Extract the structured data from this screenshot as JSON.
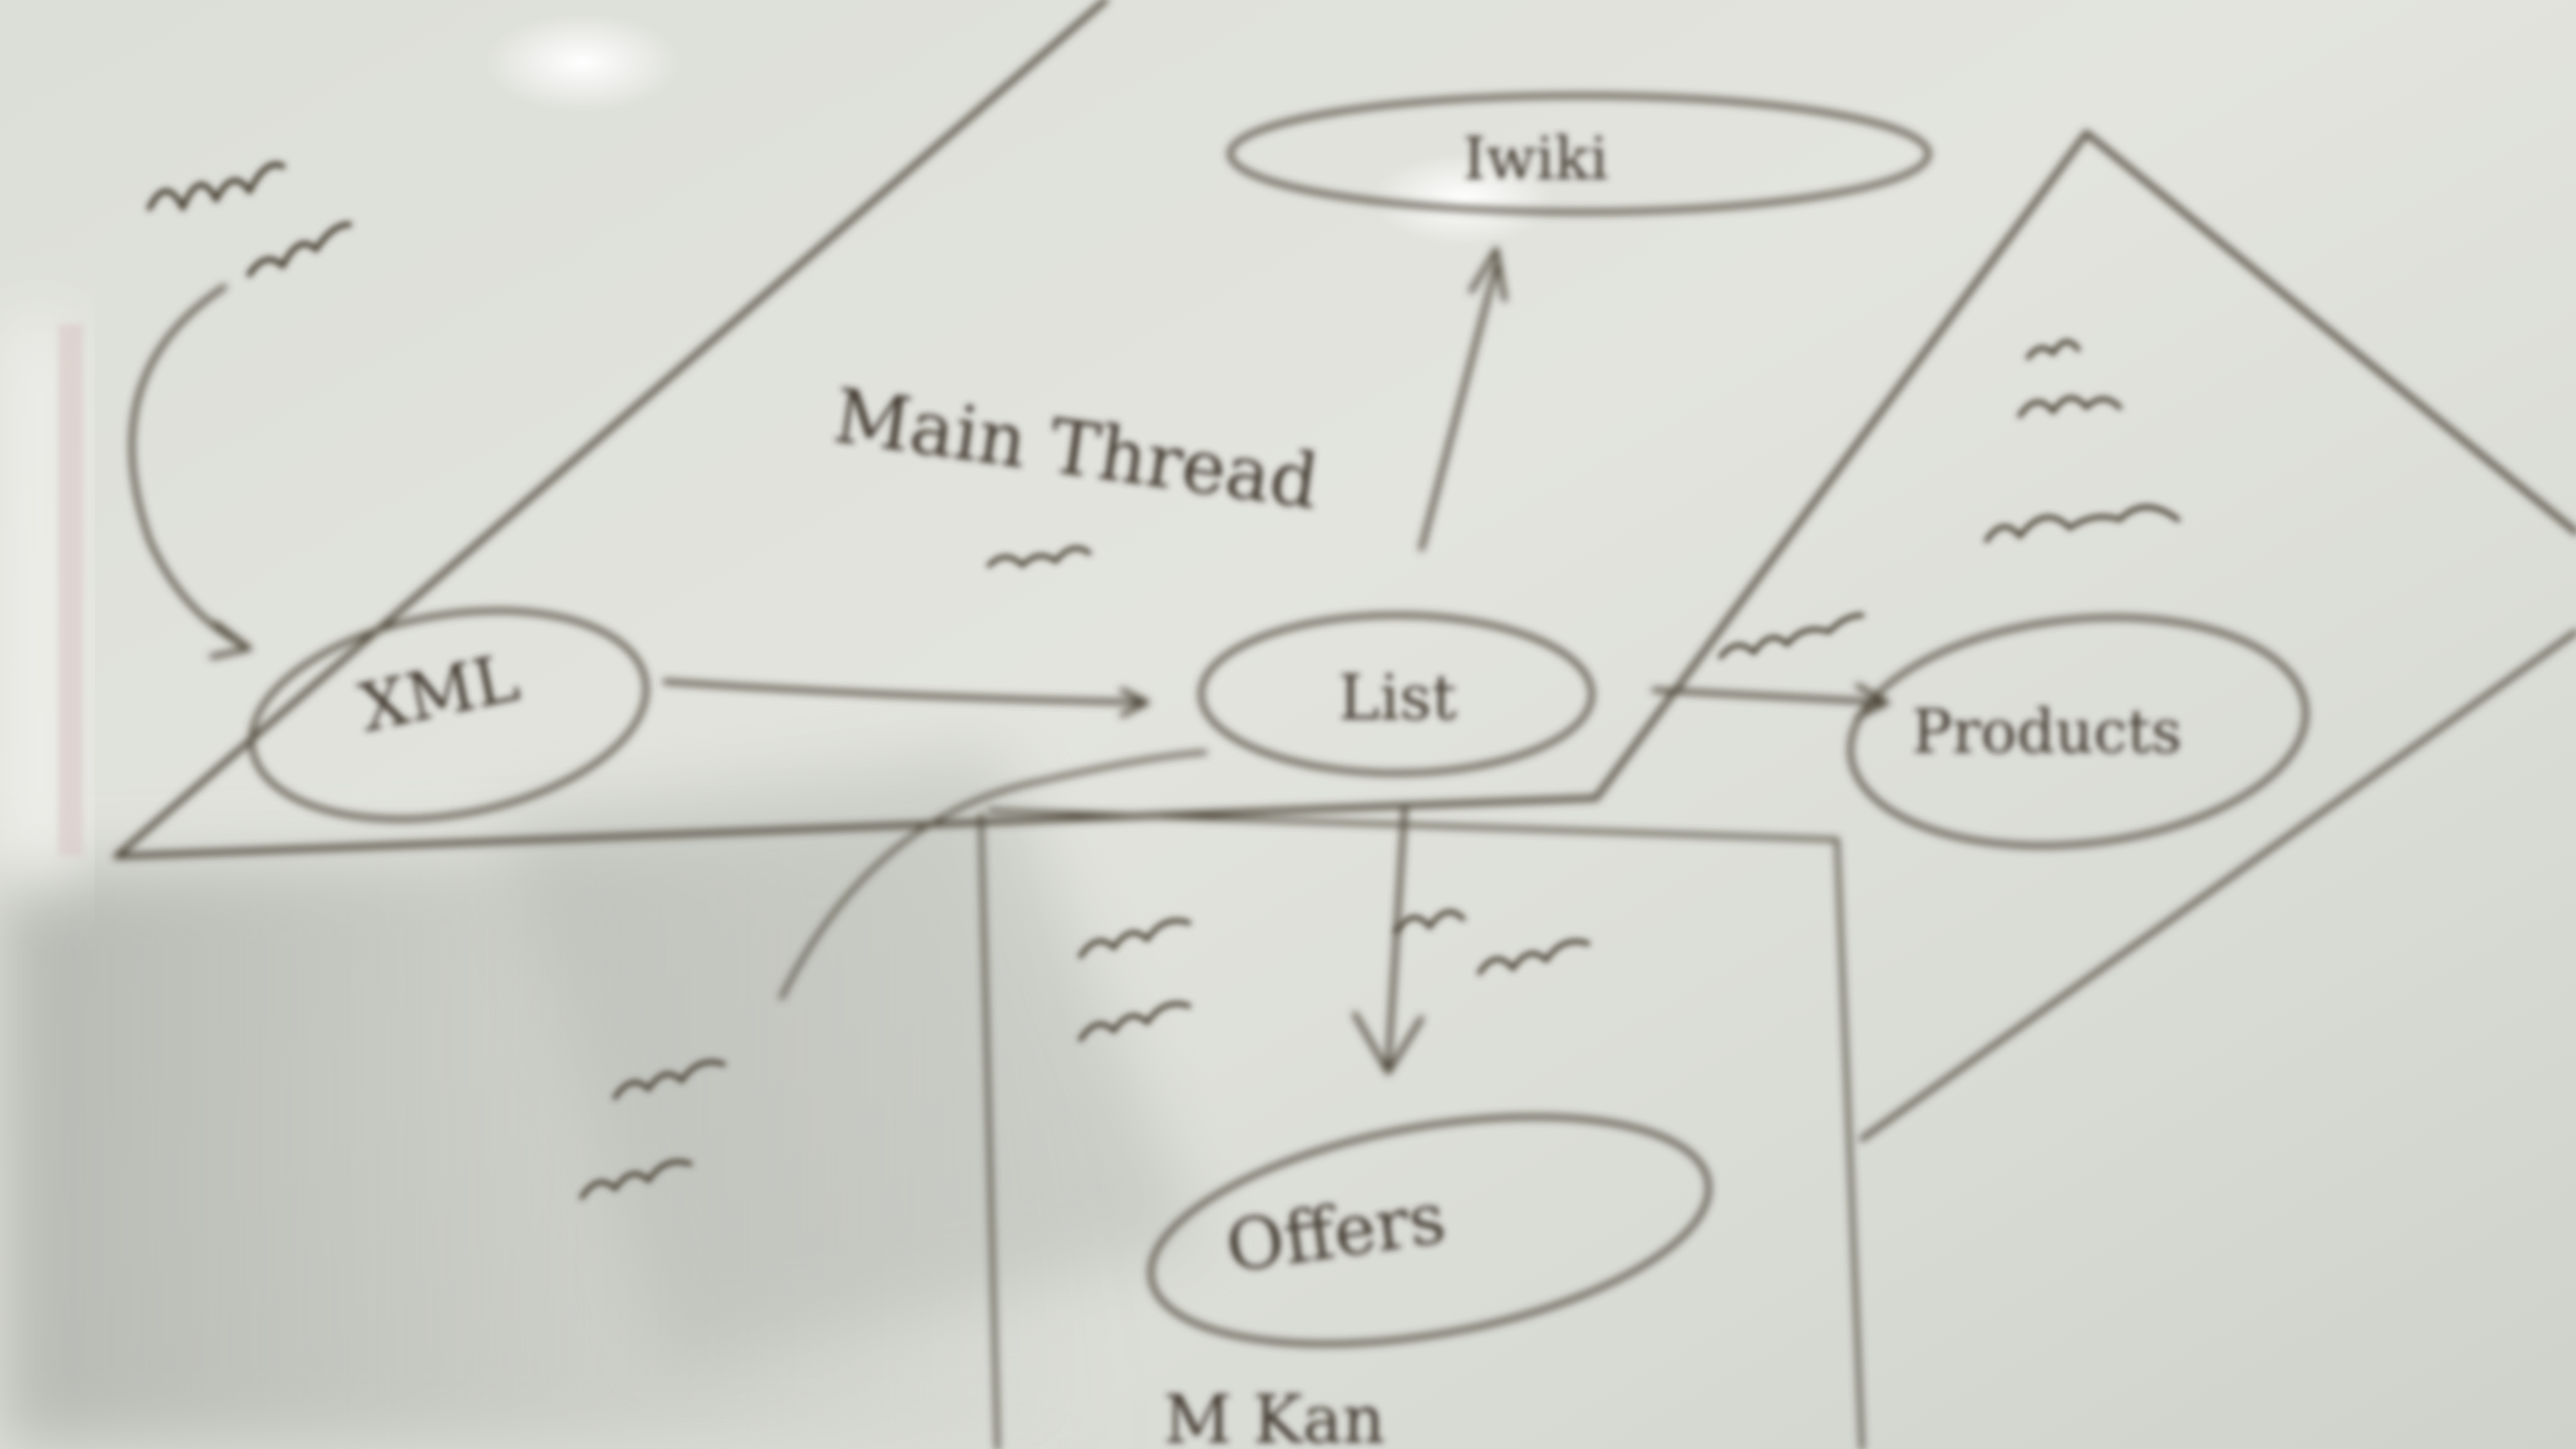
{
  "photo": {
    "subject": "whiteboard-diagram",
    "blur": "heavy",
    "colors": {
      "board": "#e2e3dc",
      "board_shadow": "#b9bcb6",
      "ink": "#4a4336",
      "glare": "#ffffff"
    }
  },
  "labels": {
    "top_node": "Iwiki",
    "left_node": "XML",
    "center_node": "List",
    "right_node": "Products",
    "bottom_node": "Offers",
    "main_thread": "Main Thread",
    "bottom_partial": "M Kan"
  }
}
